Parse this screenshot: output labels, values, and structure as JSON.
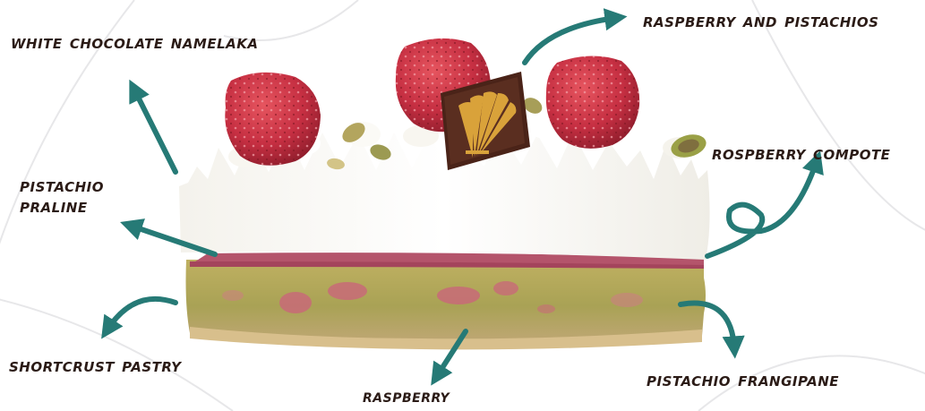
{
  "labels": {
    "white_chocolate_namelaka": "WHITE CHOCOLATE NAMELAKA",
    "raspberry_and_pistachios": "RASPBERRY AND PISTACHIOS",
    "raspberry_compote": "ROSPBERRY COMPOTE",
    "pistachio_praline": "PISTACHIO PRALINE",
    "shortcrust_pastry": "SHORTCRUST PASTRY",
    "raspberry": "RASPBERRY",
    "pistachio_frangipane": "PISTACHIO FRANGIPANE"
  },
  "colors": {
    "arrow": "#267a76",
    "label_text": "#2b1b16",
    "cream": "#fbfaf6",
    "raspberry_layer": "#b4546b",
    "sponge": "#b7a85a",
    "raspberry_fruit": "#c93344",
    "chocolate_decor": "#4a2318",
    "gold_fan": "#d9a23a"
  }
}
